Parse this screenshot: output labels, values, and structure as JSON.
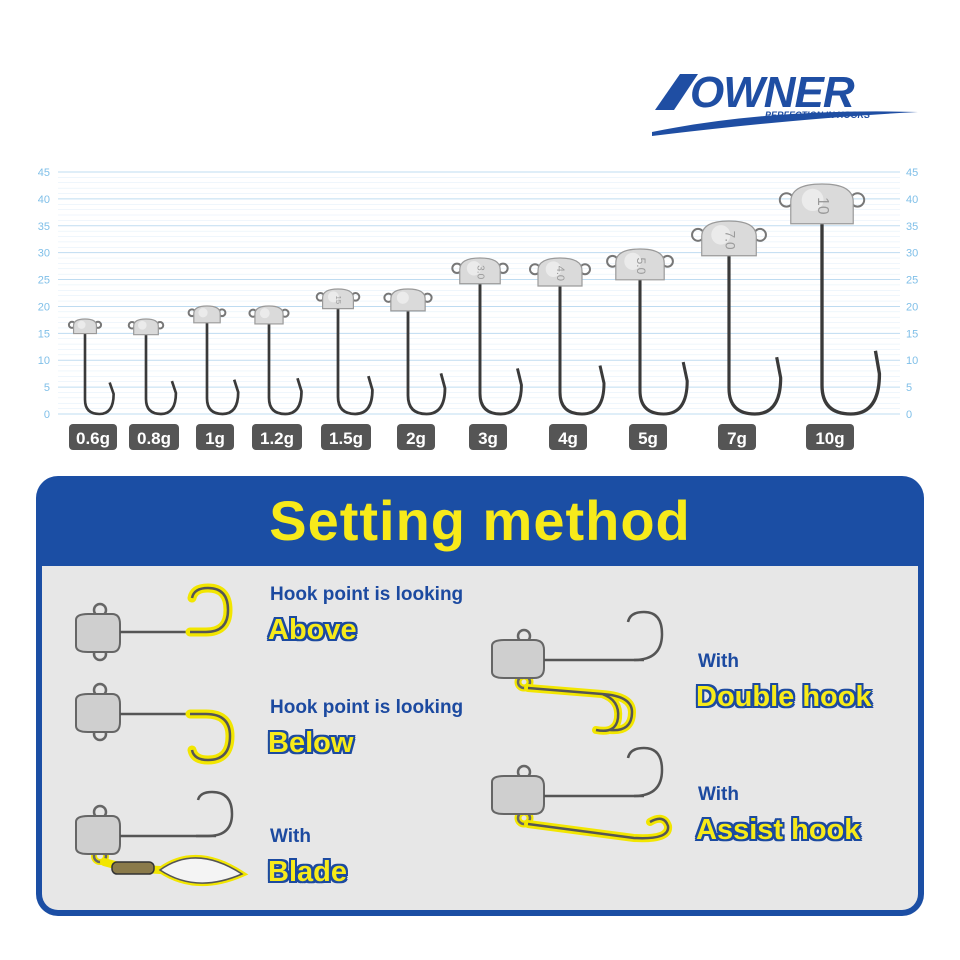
{
  "brand": {
    "name": "OWNER",
    "tagline": "PERFECTION IN HOOKS",
    "color": "#1f4ea3"
  },
  "scale_ticks": [
    "45",
    "40",
    "35",
    "30",
    "25",
    "20",
    "15",
    "10",
    "5",
    "0"
  ],
  "weights": [
    {
      "label": "0.6g",
      "stamp": ""
    },
    {
      "label": "0.8g",
      "stamp": ""
    },
    {
      "label": "1g",
      "stamp": ""
    },
    {
      "label": "1.2g",
      "stamp": ""
    },
    {
      "label": "1.5g",
      "stamp": "15"
    },
    {
      "label": "2g",
      "stamp": ""
    },
    {
      "label": "3g",
      "stamp": "3.0"
    },
    {
      "label": "4g",
      "stamp": "4.0"
    },
    {
      "label": "5g",
      "stamp": "5.0"
    },
    {
      "label": "7g",
      "stamp": "7.0"
    },
    {
      "label": "10g",
      "stamp": "10"
    }
  ],
  "setting": {
    "title": "Setting method",
    "items": [
      {
        "small": "Hook point is looking",
        "big": "Above"
      },
      {
        "small": "Hook point is looking",
        "big": "Below"
      },
      {
        "small": "With",
        "big": "Blade"
      },
      {
        "small": "With",
        "big": "Double hook"
      },
      {
        "small": "With",
        "big": "Assist hook"
      }
    ]
  },
  "colors": {
    "panel": "#1b4ea4",
    "panel_inner": "#e7e7e7",
    "title": "#f7ea1a",
    "accent_text": "#1c4aa0",
    "grid": "#b9d9f0",
    "tick": "#7fbfe8",
    "chip": "#555555",
    "highlight": "#f2e600"
  }
}
